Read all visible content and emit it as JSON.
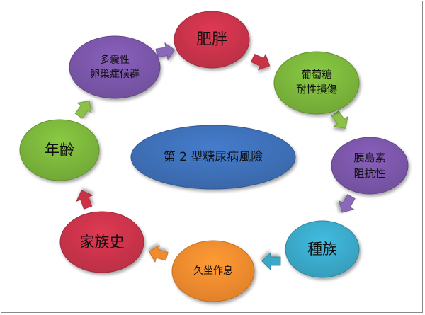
{
  "diagram": {
    "center": {
      "label": "第 2 型糖尿病風險",
      "color": "#3e6fb6"
    },
    "nodes": [
      {
        "id": "obesity",
        "lines": [
          "肥胖"
        ],
        "color": "#c8334a"
      },
      {
        "id": "glucose",
        "lines": [
          "葡萄糖",
          "耐性損傷"
        ],
        "color": "#7ab43b"
      },
      {
        "id": "insulin",
        "lines": [
          "胰島素",
          "阻抗性"
        ],
        "color": "#7a56a8"
      },
      {
        "id": "ethnicity",
        "lines": [
          "種族"
        ],
        "color": "#3aa8c8"
      },
      {
        "id": "sedentary",
        "lines": [
          "久坐作息"
        ],
        "color": "#f28a2e"
      },
      {
        "id": "family",
        "lines": [
          "家族史"
        ],
        "color": "#c8334a"
      },
      {
        "id": "age",
        "lines": [
          "年齡"
        ],
        "color": "#7ab43b"
      },
      {
        "id": "pcos",
        "lines": [
          "多囊性",
          "卵巢症候群"
        ],
        "color": "#7a56a8"
      }
    ],
    "arrows": [
      {
        "from": "pcos",
        "color": "#8a6bb8"
      },
      {
        "from": "obesity",
        "color": "#cc3344"
      },
      {
        "from": "glucose",
        "color": "#8cc04a"
      },
      {
        "from": "insulin",
        "color": "#8a6bb8"
      },
      {
        "from": "ethnicity",
        "color": "#3aa8c8"
      },
      {
        "from": "sedentary",
        "color": "#f28a2e"
      },
      {
        "from": "family",
        "color": "#cc3344"
      },
      {
        "from": "age",
        "color": "#8cc04a"
      }
    ]
  }
}
